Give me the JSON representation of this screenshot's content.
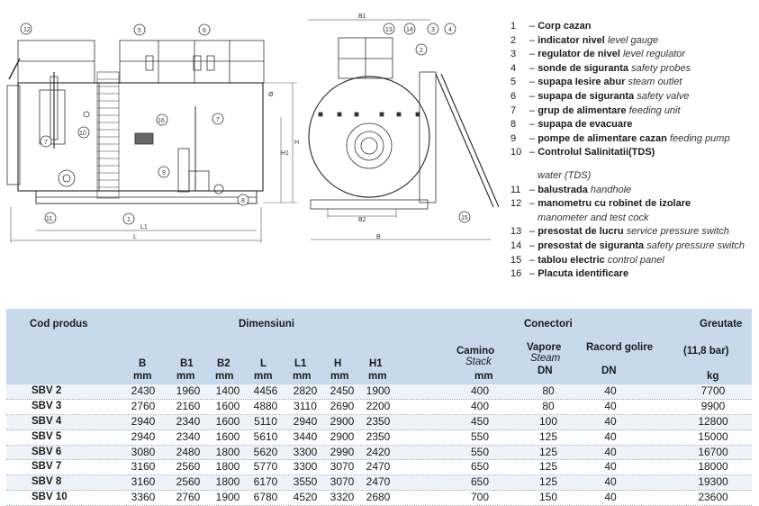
{
  "drawing": {
    "callouts_front": [
      "12",
      "5",
      "6",
      "16",
      "7",
      "10",
      "9",
      "8",
      "11",
      "1",
      "7"
    ],
    "callouts_side": [
      "13",
      "14",
      "3",
      "4",
      "2",
      "15"
    ],
    "dim_labels": {
      "L": "L",
      "L1": "L1",
      "H": "H",
      "H1": "H1",
      "B": "B",
      "B1": "B1",
      "B2": "B2",
      "phi": "Ø"
    }
  },
  "legend": {
    "items": [
      {
        "num": "1",
        "ro": "Corp cazan",
        "en": ""
      },
      {
        "num": "2",
        "ro": "indicator nivel",
        "en": "level gauge"
      },
      {
        "num": "3",
        "ro": "regulator de nivel",
        "en": "level regulator"
      },
      {
        "num": "4",
        "ro": "sonde de siguranta",
        "en": "safety probes"
      },
      {
        "num": "5",
        "ro": "supapa Iesire abur",
        "en": "steam outlet"
      },
      {
        "num": "6",
        "ro": "supapa de siguranta",
        "en": "safety valve"
      },
      {
        "num": "7",
        "ro": "grup de alimentare",
        "en": "feeding unit"
      },
      {
        "num": "8",
        "ro": "supapa de evacuare",
        "en": ""
      },
      {
        "num": "9",
        "ro": "pompe de alimentare cazan",
        "en": "feeding pump"
      },
      {
        "num": "10",
        "ro": "Controlul Salinitatii(TDS)",
        "en": ""
      }
    ],
    "tds_continuation": "water (TDS)",
    "items2": [
      {
        "num": "11",
        "ro": "balustrada",
        "en": "handhole"
      },
      {
        "num": "12",
        "ro": "manometru cu robinet de izolare",
        "en": ""
      }
    ],
    "manometer_continuation": "manometer and test cock",
    "items3": [
      {
        "num": "13",
        "ro": "presostat de lucru",
        "en": "service pressure switch"
      },
      {
        "num": "14",
        "ro": "presostat de siguranta",
        "en": "safety pressure switch"
      },
      {
        "num": "15",
        "ro": "tablou electric",
        "en": "control panel"
      },
      {
        "num": "16",
        "ro": "Placuta identificare",
        "en": ""
      }
    ]
  },
  "table": {
    "headers": {
      "cod": "Cod produs",
      "dim": "Dimensiuni",
      "conectori": "Conectori",
      "greutate": "Greutate",
      "camino": "Camino",
      "stack": "Stack",
      "vapore": "Vapore",
      "steam": "Steam",
      "racord": "Racord golire",
      "pressure": "(11,8 bar)",
      "B": "B",
      "B1": "B1",
      "B2": "B2",
      "L": "L",
      "L1": "L1",
      "H": "H",
      "H1": "H1",
      "mm": "mm",
      "DN": "DN",
      "kg": "kg"
    },
    "rows": [
      {
        "cod": "SBV 2",
        "B": "2430",
        "B1": "1960",
        "B2": "1400",
        "L": "4456",
        "L1": "2820",
        "H": "2450",
        "H1": "1900",
        "camino": "400",
        "vapore": "80",
        "racord": "40",
        "kg": "7700"
      },
      {
        "cod": "SBV 3",
        "B": "2760",
        "B1": "2160",
        "B2": "1600",
        "L": "4880",
        "L1": "3110",
        "H": "2690",
        "H1": "2200",
        "camino": "400",
        "vapore": "80",
        "racord": "40",
        "kg": "9900"
      },
      {
        "cod": "SBV 4",
        "B": "2940",
        "B1": "2340",
        "B2": "1600",
        "L": "5110",
        "L1": "2940",
        "H": "2900",
        "H1": "2350",
        "camino": "450",
        "vapore": "100",
        "racord": "40",
        "kg": "12800"
      },
      {
        "cod": "SBV 5",
        "B": "2940",
        "B1": "2340",
        "B2": "1600",
        "L": "5610",
        "L1": "3440",
        "H": "2900",
        "H1": "2350",
        "camino": "550",
        "vapore": "125",
        "racord": "40",
        "kg": "15000"
      },
      {
        "cod": "SBV 6",
        "B": "3080",
        "B1": "2480",
        "B2": "1800",
        "L": "5620",
        "L1": "3300",
        "H": "2990",
        "H1": "2420",
        "camino": "550",
        "vapore": "125",
        "racord": "40",
        "kg": "16700"
      },
      {
        "cod": "SBV 7",
        "B": "3160",
        "B1": "2560",
        "B2": "1800",
        "L": "5770",
        "L1": "3300",
        "H": "3070",
        "H1": "2470",
        "camino": "650",
        "vapore": "125",
        "racord": "40",
        "kg": "18000"
      },
      {
        "cod": "SBV 8",
        "B": "3160",
        "B1": "2560",
        "B2": "1800",
        "L": "6170",
        "L1": "3550",
        "H": "3070",
        "H1": "2470",
        "camino": "650",
        "vapore": "125",
        "racord": "40",
        "kg": "19300"
      },
      {
        "cod": "SBV 10",
        "B": "3360",
        "B1": "2760",
        "B2": "1900",
        "L": "6780",
        "L1": "4520",
        "H": "3320",
        "H1": "2680",
        "camino": "700",
        "vapore": "150",
        "racord": "40",
        "kg": "23600"
      }
    ]
  }
}
